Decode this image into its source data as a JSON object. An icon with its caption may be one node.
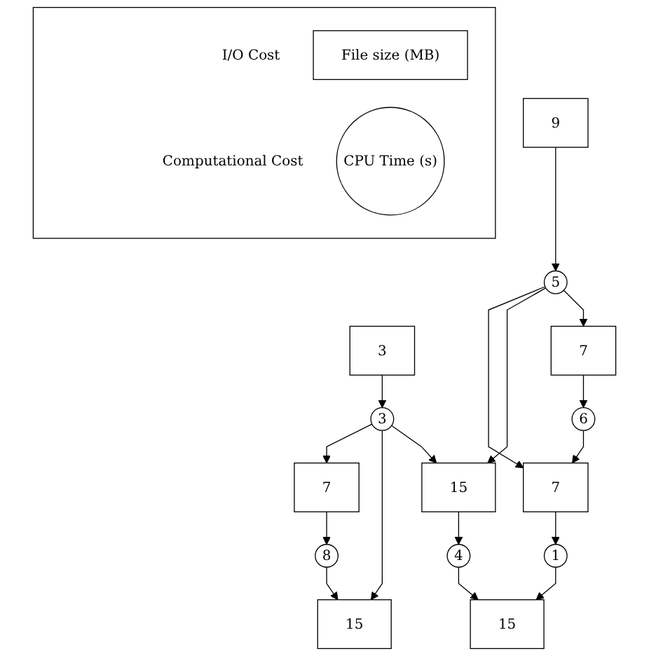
{
  "diagram": {
    "nodes": [
      {
        "text": [
          "9"
        ]
      },
      {
        "text": [
          "3"
        ]
      },
      {
        "text": [
          "5"
        ]
      },
      {
        "text": [
          "3"
        ]
      },
      {
        "text": [
          "7"
        ]
      },
      {
        "text": [
          "15"
        ]
      },
      {
        "text": [
          "7"
        ]
      },
      {
        "text": [
          "6"
        ]
      },
      {
        "text": [
          "4"
        ]
      },
      {
        "text": [
          "8"
        ]
      },
      {
        "text": [
          "7"
        ]
      },
      {
        "text": [
          "15"
        ]
      },
      {
        "text": [
          "1"
        ]
      },
      {
        "text": [
          "15"
        ]
      },
      {
        "text": [],
        "shape": "box"
      },
      {
        "text": [
          "File size (MB)"
        ],
        "in": 14,
        "beside": [
          "I/O Cost"
        ]
      },
      {
        "text": [
          "CPU Time (s)"
        ],
        "in": 14,
        "beside": [
          "Computational Cost"
        ]
      }
    ],
    "edges": [
      {
        "from": 0,
        "to": 2,
        "arrow": "to"
      },
      {
        "from": 1,
        "to": 3,
        "arrow": "to"
      },
      {
        "from": 2,
        "to": 4,
        "arrow": "to"
      },
      {
        "from": 2,
        "to": 5,
        "arrow": "to"
      },
      {
        "from": 2,
        "to": 10,
        "arrow": "to"
      },
      {
        "from": 3,
        "to": 5,
        "arrow": "to"
      },
      {
        "from": 3,
        "to": 11,
        "arrow": "to"
      },
      {
        "from": 3,
        "to": 6,
        "arrow": "to"
      },
      {
        "from": 4,
        "to": 7,
        "arrow": "to"
      },
      {
        "from": 7,
        "to": 10,
        "arrow": "to"
      },
      {
        "from": 5,
        "to": 8,
        "arrow": "to"
      },
      {
        "from": 8,
        "to": 13,
        "arrow": "to"
      },
      {
        "from": 6,
        "to": 9,
        "arrow": "to"
      },
      {
        "from": 9,
        "to": 11,
        "arrow": "to"
      },
      {
        "from": 10,
        "to": 12,
        "arrow": "to"
      },
      {
        "from": 12,
        "to": 13,
        "arrow": "to"
      }
    ]
  }
}
